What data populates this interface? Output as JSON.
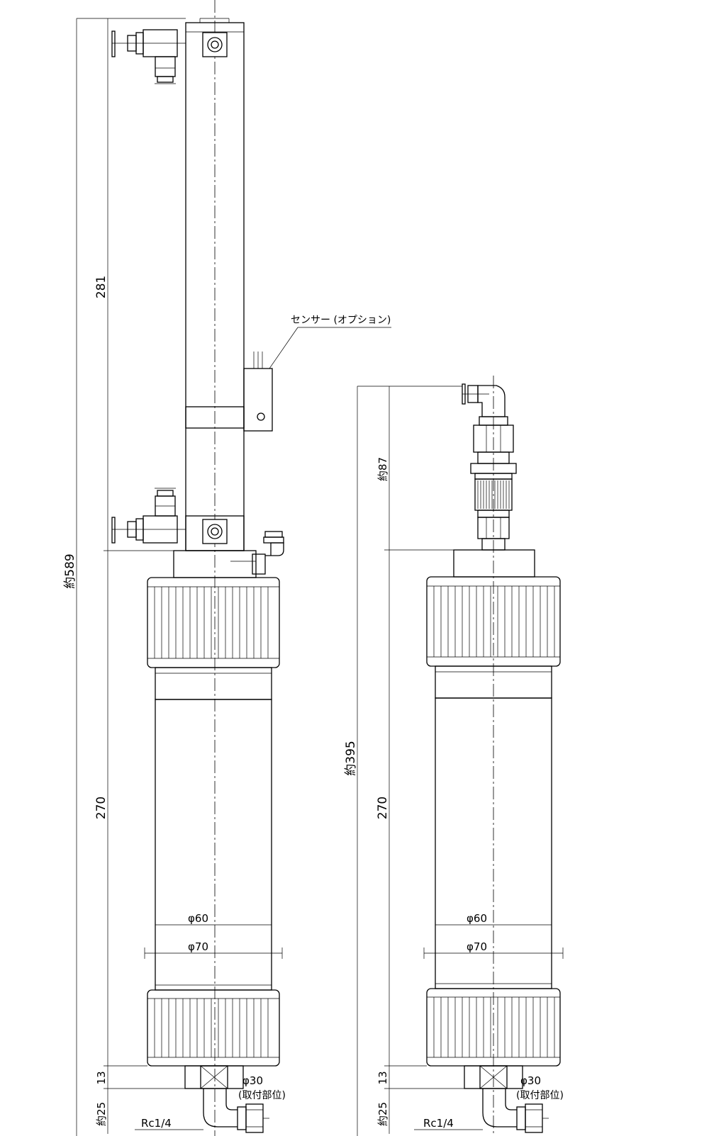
{
  "drawing": {
    "left_view": {
      "overall": "約589",
      "upper": "281",
      "body": "270",
      "bottom_a": "13",
      "bottom_b": "約25",
      "inner_dia": "φ60",
      "outer_dia": "φ70",
      "mount_dia": "φ30",
      "mount_note": "(取付部位)",
      "thread": "Rc1/4",
      "sensor_callout": "センサー (オプション)"
    },
    "right_view": {
      "overall": "約395",
      "upper": "約87",
      "body": "270",
      "bottom_a": "13",
      "bottom_b": "約25",
      "inner_dia": "φ60",
      "outer_dia": "φ70",
      "mount_dia": "φ30",
      "mount_note": "(取付部位)",
      "thread": "Rc1/4"
    }
  }
}
